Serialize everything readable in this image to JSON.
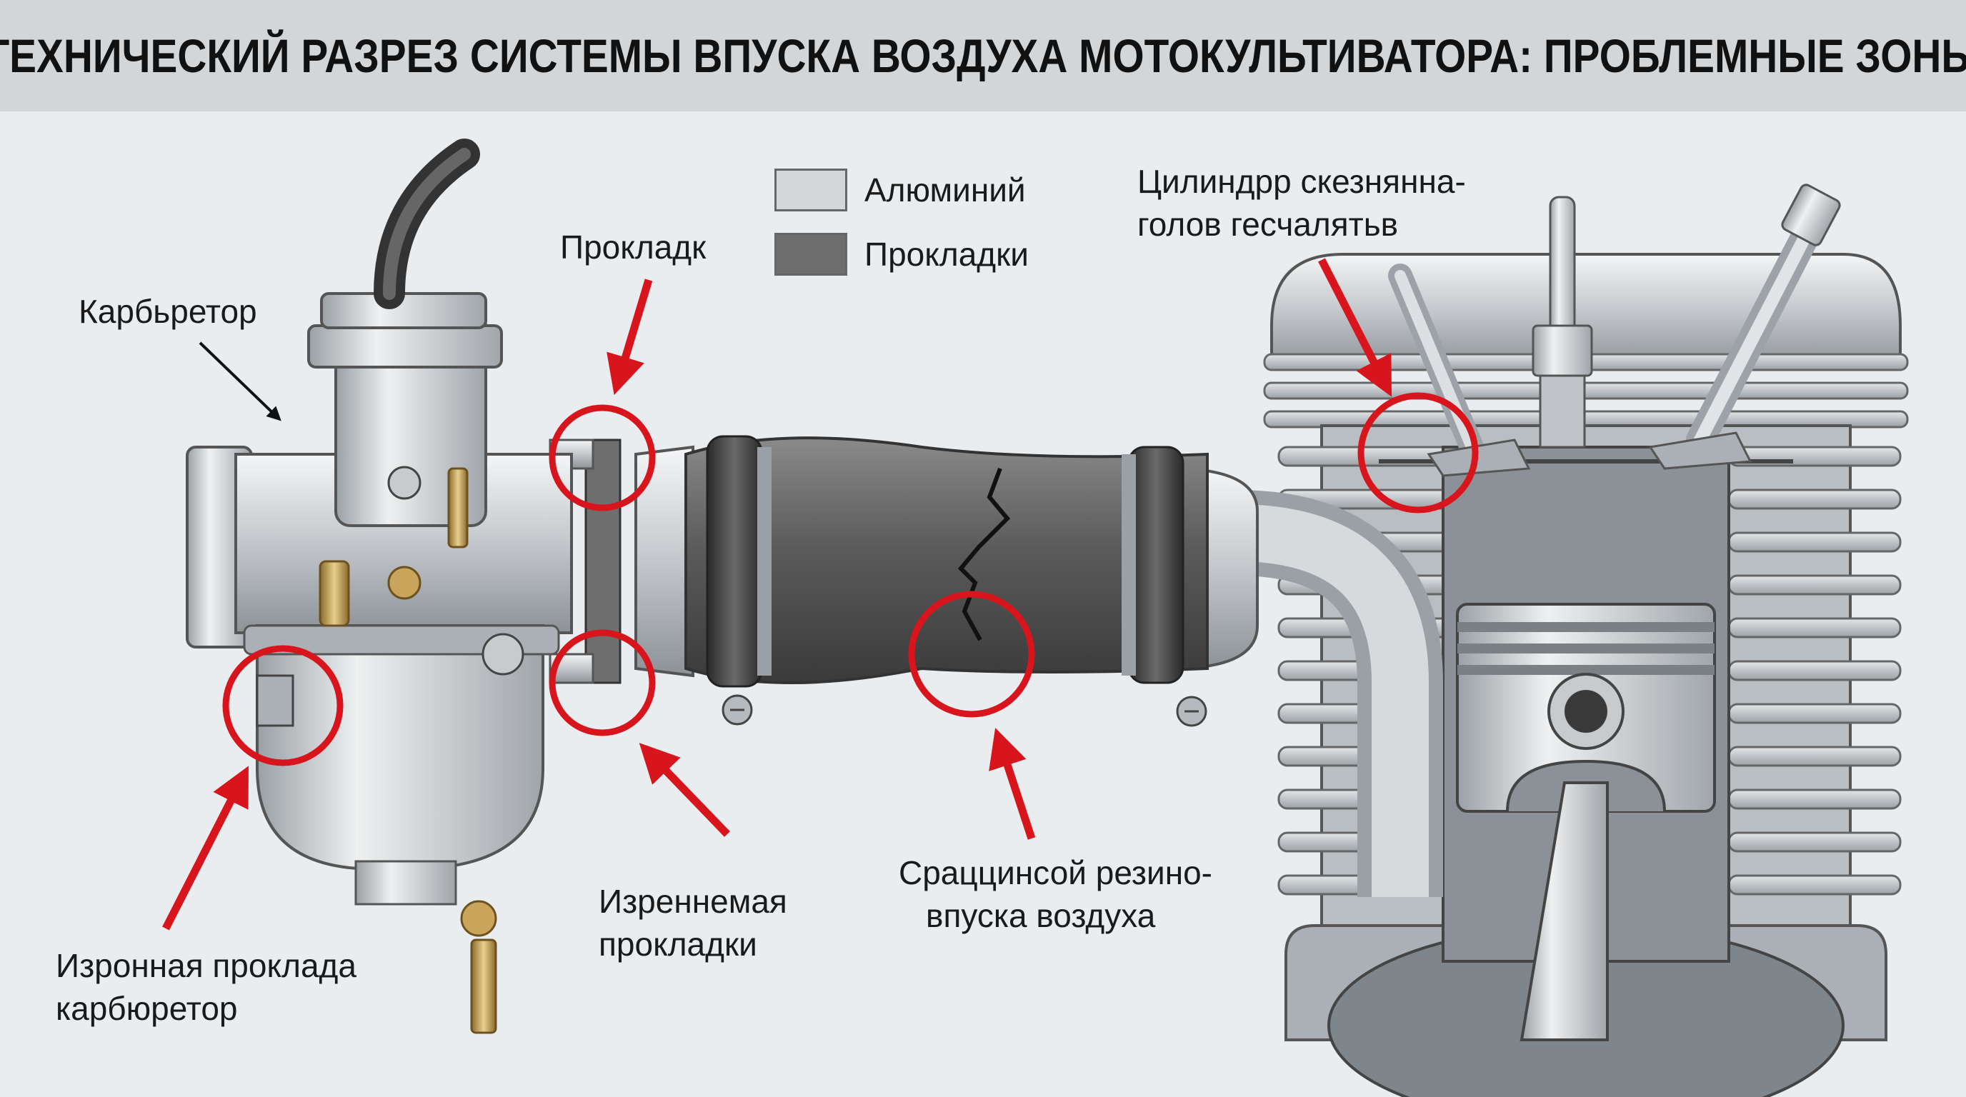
{
  "title": "ТЕХНИЧЕСКИЙ РАЗРЕЗ СИСТЕМЫ ВПУСКА ВОЗДУХА МОТОКУЛЬТИВАТОРА: ПРОБЛЕМНЫЕ ЗОНЫ",
  "legend": {
    "items": [
      {
        "label": "Алюминий",
        "color": "#d4d7da"
      },
      {
        "label": "Прокладки",
        "color": "#6e6e6e"
      }
    ]
  },
  "labels": {
    "carburetor": "Карбьретор",
    "gasket_top": "Прокладк",
    "cylinder_line1": "Цилиндрр скезнянна-",
    "cylinder_line2": "голов гесчалятьв",
    "carb_gasket_line1": "Изронная проклада",
    "carb_gasket_line2": "карбюретор",
    "gasket_bottom_line1": "Изреннемая",
    "gasket_bottom_line2": "прокладки",
    "hose_crack_line1": "Сраццинсой резино-",
    "hose_crack_line2": "впуска воздуха"
  },
  "colors": {
    "highlight": "#d8151c",
    "rubber": "#5a5a5a",
    "aluminum": "#c9cdd1",
    "brass": "#c9a55c"
  }
}
